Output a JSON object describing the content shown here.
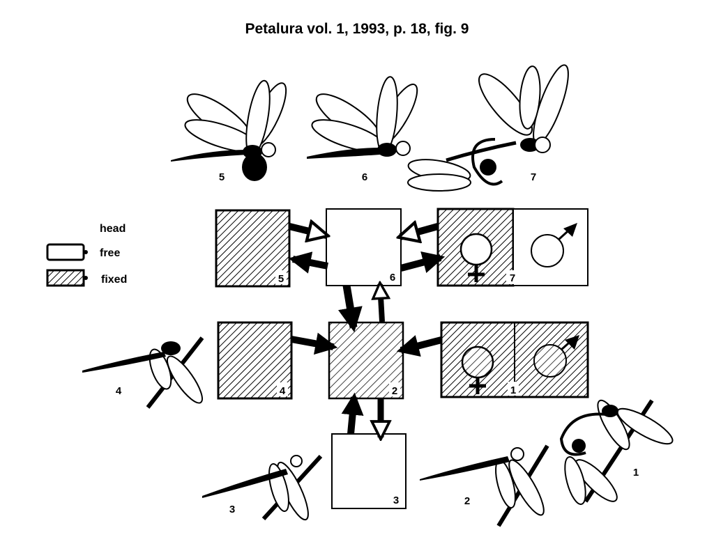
{
  "title": "Petalura vol. 1, 1993, p. 18, fig. 9",
  "legend": {
    "header": "head",
    "free": "free",
    "fixed": "fixed"
  },
  "boxes": [
    {
      "id": "5",
      "label": "5",
      "state": "fixed"
    },
    {
      "id": "6",
      "label": "6",
      "state": "free"
    },
    {
      "id": "7",
      "label": "7",
      "state": "female fixed, male free"
    },
    {
      "id": "4",
      "label": "4",
      "state": "fixed"
    },
    {
      "id": "2",
      "label": "2",
      "state": "fixed"
    },
    {
      "id": "1",
      "label": "1",
      "state": "female fixed, male fixed"
    },
    {
      "id": "3",
      "label": "3",
      "state": "free"
    }
  ],
  "figures": {
    "f5": "5",
    "f6": "6",
    "f7": "7",
    "f4": "4",
    "f3": "3",
    "f2": "2",
    "f1": "1"
  },
  "symbols": {
    "female": "♀",
    "male": "♂"
  }
}
